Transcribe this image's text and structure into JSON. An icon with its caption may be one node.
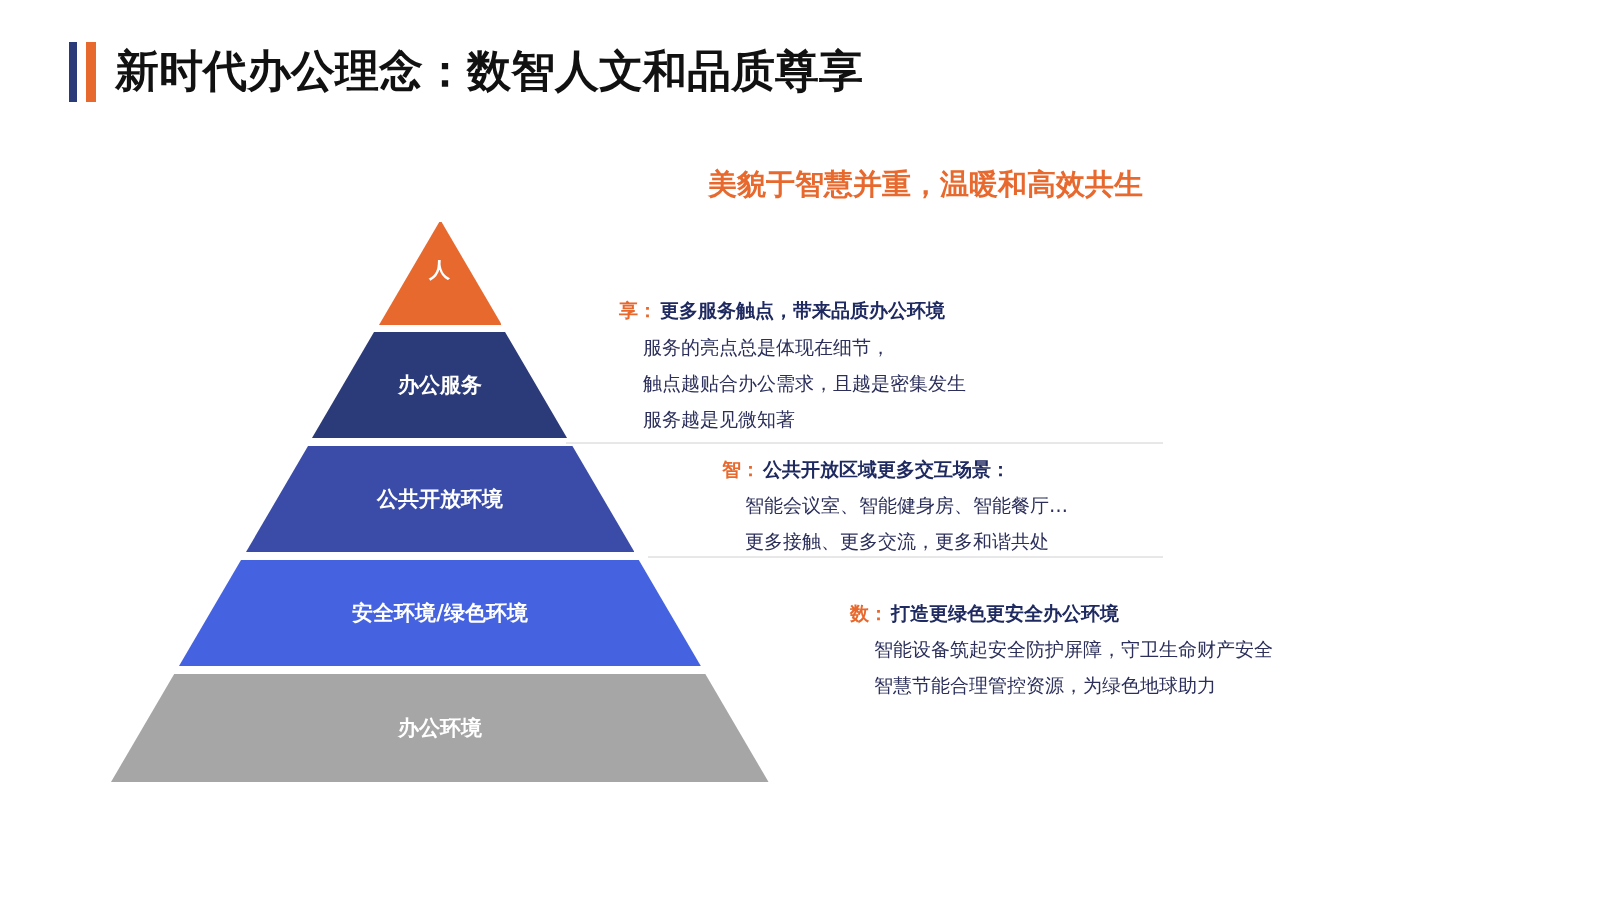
{
  "diagram": {
    "title": "新时代办公理念：数智人文和品质尊享",
    "nodes": [
      {
        "text": [
          "人"
        ]
      },
      {
        "text": [
          "办公服务"
        ]
      },
      {
        "text": [
          "公共开放环境"
        ]
      },
      {
        "text": [
          "安全环境/绿色环境"
        ]
      },
      {
        "text": [
          "办公环境"
        ]
      }
    ],
    "labels": [
      "美貌于智慧并重，温暖和高效共生",
      "享：",
      "更多服务触点，带来品质办公环境",
      "服务的亮点总是体现在细节，",
      "触点越贴合办公需求，且越是密集发生",
      "服务越是见微知著",
      "智：",
      "公共开放区域更多交互场景：",
      "智能会议室、智能健身房、智能餐厅…",
      "更多接触、更多交流，更多和谐共处",
      "数：",
      "打造更绿色更安全办公环境",
      "智能设备筑起安全防护屏障，守卫生命财产安全",
      "智慧节能合理管控资源，为绿色地球助力"
    ]
  }
}
